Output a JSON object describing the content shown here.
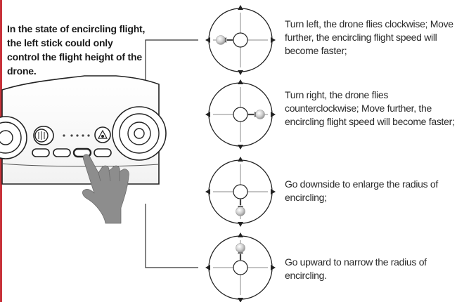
{
  "intro_text": "In the state of encircling flight, the left stick could only control the flight height of the drone.",
  "steps": [
    {
      "text": "Turn left, the drone flies clockwise; Move further, the encircling flight speed will become faster;",
      "stick_direction": "left"
    },
    {
      "text": "Turn right, the drone flies counterclockwise; Move further, the encircling flight speed will become faster;",
      "stick_direction": "right"
    },
    {
      "text": "Go downside to enlarge the radius of encircling;",
      "stick_direction": "down"
    },
    {
      "text": "Go upward to narrow the radius of encircling.",
      "stick_direction": "up"
    }
  ],
  "colors": {
    "accent_border": "#c8323a",
    "line": "#222222",
    "ball": "#bdbdbd"
  }
}
